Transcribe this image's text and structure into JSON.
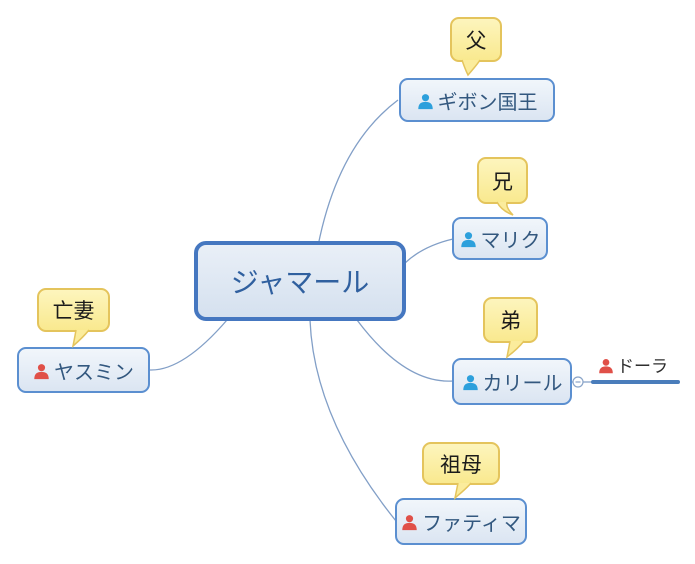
{
  "diagram": {
    "type": "mind-map",
    "background": "#ffffff"
  },
  "topics": {
    "central": {
      "name": "ジャマール"
    },
    "father": {
      "relation_label": "父",
      "name": "ギボン国王",
      "icon": "person-icon-blue"
    },
    "older_brother": {
      "relation_label": "兄",
      "name": "マリク",
      "icon": "person-icon-blue"
    },
    "younger_brother": {
      "relation_label": "弟",
      "name": "カリール",
      "icon": "person-icon-blue"
    },
    "deceased_wife": {
      "relation_label": "亡妻",
      "name": "ヤスミン",
      "icon": "person-icon-red"
    },
    "grandmother": {
      "relation_label": "祖母",
      "name": "ファティマ",
      "icon": "person-icon-red"
    },
    "younger_brothers_wife": {
      "name": "ドーラ",
      "icon": "person-icon-red"
    }
  },
  "controls": {
    "collapse_toggle": "minus"
  },
  "colors": {
    "central_border": "#4577c0",
    "central_text": "#30609f",
    "topic_border": "#5b8fd0",
    "topic_fill": "#dbe5f2",
    "topic_text": "#33587f",
    "callout_fill": "#f9e98f",
    "callout_border": "#e4c45c",
    "callout_text": "#1b1b1b",
    "connector_line": "#829fc7",
    "dora_underline": "#4a7dbb",
    "icon_blue": "#2da0dc",
    "icon_red": "#e05048"
  }
}
